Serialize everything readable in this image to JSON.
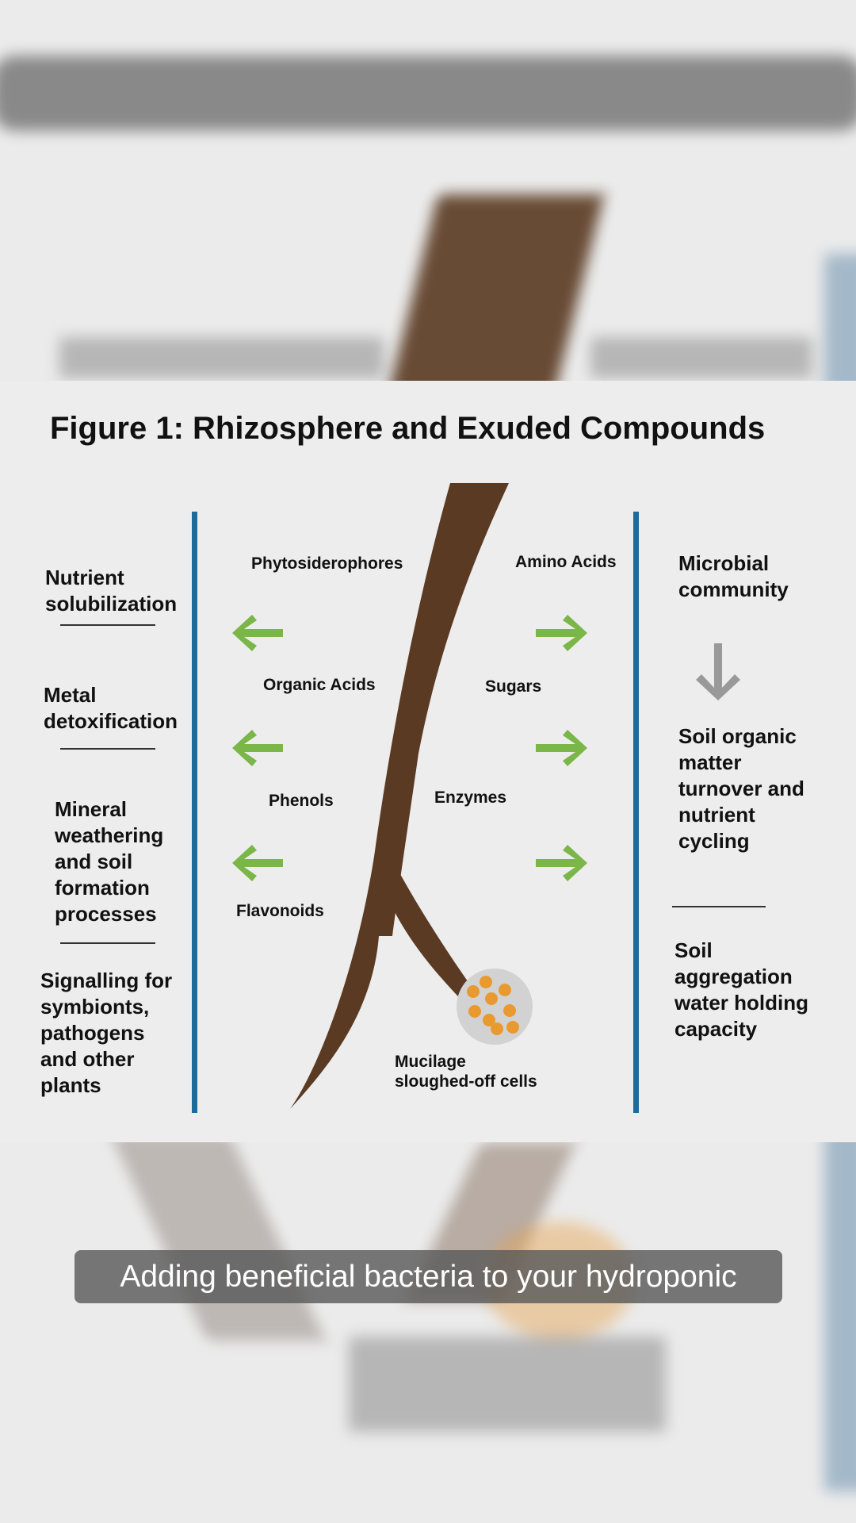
{
  "figure": {
    "title": "Figure 1: Rhizosphere and Exuded Compounds",
    "left_labels": [
      "Nutrient\nsolubilization",
      "Metal\ndetoxification",
      "Mineral\nweathering\nand soil\nformation\nprocesses",
      "Signalling for\nsymbionts,\npathogens\nand other\nplants"
    ],
    "right_labels": [
      "Microbial\ncommunity",
      "Soil organic\nmatter\nturnover and\nnutrient\ncycling",
      "Soil\naggregation\nwater holding\ncapacity"
    ],
    "compounds_left": [
      "Phytosiderophores",
      "Organic Acids",
      "Phenols",
      "Flavonoids"
    ],
    "compounds_right": [
      "Amino Acids",
      "Sugars",
      "Enzymes"
    ],
    "root_tip_label": "Mucilage\nsloughed-off cells",
    "colors": {
      "divider_blue": "#1d6a9c",
      "arrow_green": "#7ab648",
      "arrow_gray": "#999999",
      "root_brown": "#5a3a22",
      "cell_orange": "#e89a30"
    },
    "icons": [
      "arrow-left-icon",
      "arrow-right-icon",
      "arrow-down-icon"
    ]
  },
  "caption": {
    "text": "Adding beneficial bacteria to your hydroponic"
  }
}
